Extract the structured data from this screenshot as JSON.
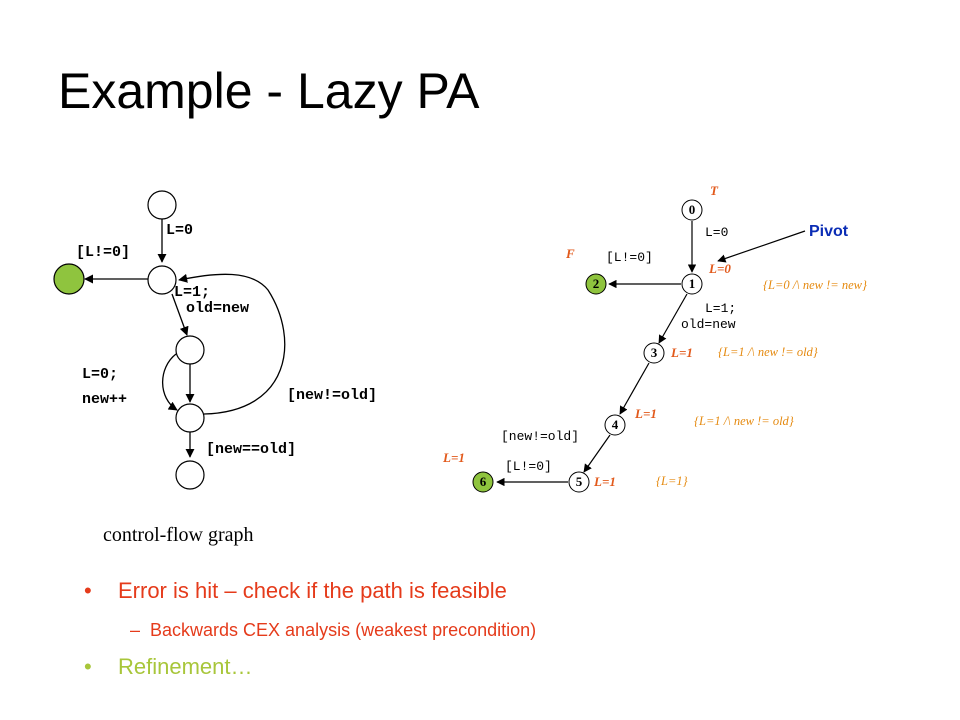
{
  "title": "Example - Lazy PA",
  "caption": "control-flow graph",
  "bullets": {
    "b1": "Error is hit – check if the path is feasible",
    "b2": "Backwards CEX analysis (weakest precondition)",
    "b3": "Refinement…",
    "dot": "•",
    "dash": "–"
  },
  "cfg": {
    "e_l0": "L=0",
    "e_lne0": "[L!=0]",
    "e_l1": "L=1;",
    "e_oldnew": "old=new",
    "e_l0b": "L=0;",
    "e_newpp": "new++",
    "e_newne": "[new!=old]",
    "e_neweq": "[new==old]"
  },
  "art": {
    "n0": "0",
    "n1": "1",
    "n2": "2",
    "n3": "3",
    "n4": "4",
    "n5": "5",
    "n6": "6",
    "e_l0": "L=0",
    "e_lne0_top": "[L!=0]",
    "e_l1": "L=1;",
    "e_oldnew": "old=new",
    "e_newne": "[new!=old]",
    "e_lne0_bot": "[L!=0]",
    "pivot": "Pivot",
    "lab_T": "T",
    "lab_F": "F",
    "lab_L0": "L=0",
    "lab_n3": "L=1",
    "lab_n4": "L=1",
    "lab_n5": "L=1",
    "lab_n6": "L=1",
    "f1": "{L=0 /\\ new != new}",
    "f2": "{L=1 /\\ new != old}",
    "f3": "{L=1 /\\ new != old}",
    "f4": "{L=1}"
  },
  "colors": {
    "error_node": "#8fc43e",
    "pivot": "#0b2db5",
    "label": "#e25a1c",
    "formula": "#e58a10",
    "bullet_red": "#e53b1b",
    "bullet_green": "#a8c63a"
  }
}
